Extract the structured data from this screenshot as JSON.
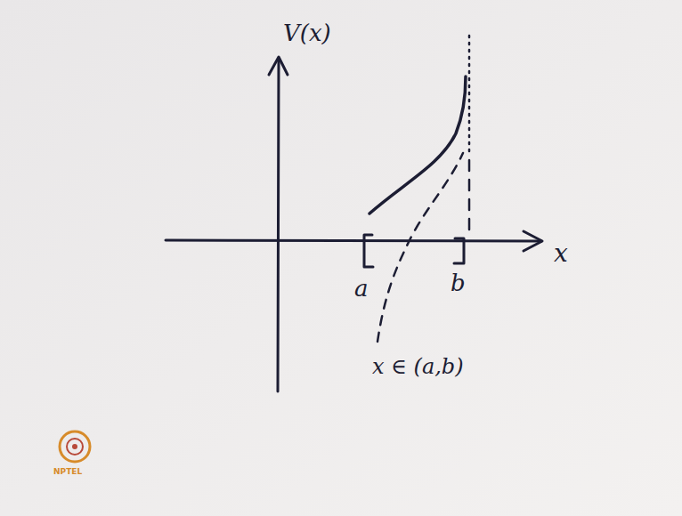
{
  "diagram": {
    "labels": [
      "V(x)",
      "x",
      "a",
      "b",
      "x ∈ (a,b)",
      "NPTEL"
    ]
  }
}
